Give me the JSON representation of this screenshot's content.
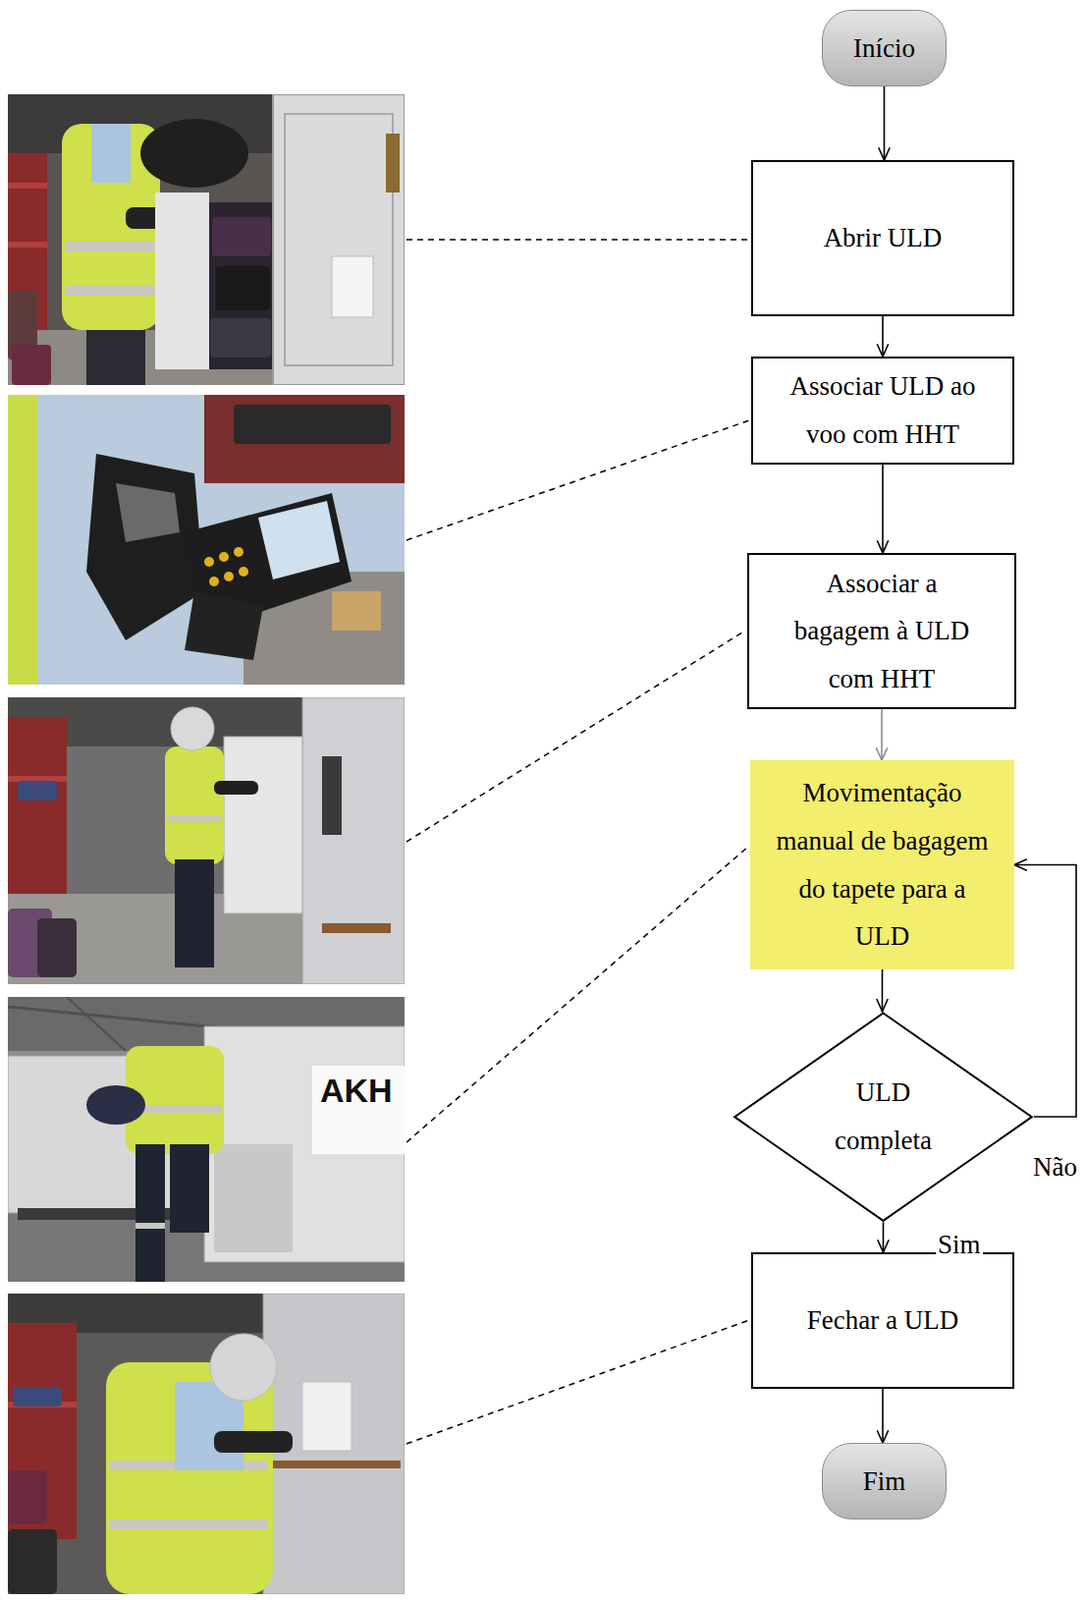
{
  "diagram": {
    "nodes": [
      {
        "text": [
          "Início"
        ]
      },
      {
        "text": [
          "Abrir ULD"
        ]
      },
      {
        "text": [
          "Associar ULD ao voo com HHT"
        ]
      },
      {
        "text": [
          "Associar a bagagem à ULD com HHT"
        ]
      },
      {
        "text": [
          "Movimentação manual de bagagem do tapete para a ULD"
        ]
      },
      {
        "text": [
          "ULD completa"
        ]
      },
      {
        "text": [
          "Fechar a ULD"
        ]
      },
      {
        "text": [
          "Fim"
        ]
      }
    ],
    "edges": [
      {
        "from": 0,
        "to": 1,
        "arrow": "to"
      },
      {
        "from": 1,
        "to": 2,
        "arrow": "to"
      },
      {
        "from": 2,
        "to": 3,
        "arrow": "to"
      },
      {
        "from": 3,
        "to": 4,
        "arrow": "to"
      },
      {
        "from": 4,
        "to": 5,
        "arrow": "to"
      },
      {
        "from": 5,
        "to": 4,
        "label": "Não",
        "arrow": "to"
      },
      {
        "from": 5,
        "to": 6,
        "label": "Sim",
        "arrow": "to"
      },
      {
        "from": 6,
        "to": 7,
        "arrow": "to"
      }
    ],
    "labels": [
      "AKH"
    ]
  }
}
